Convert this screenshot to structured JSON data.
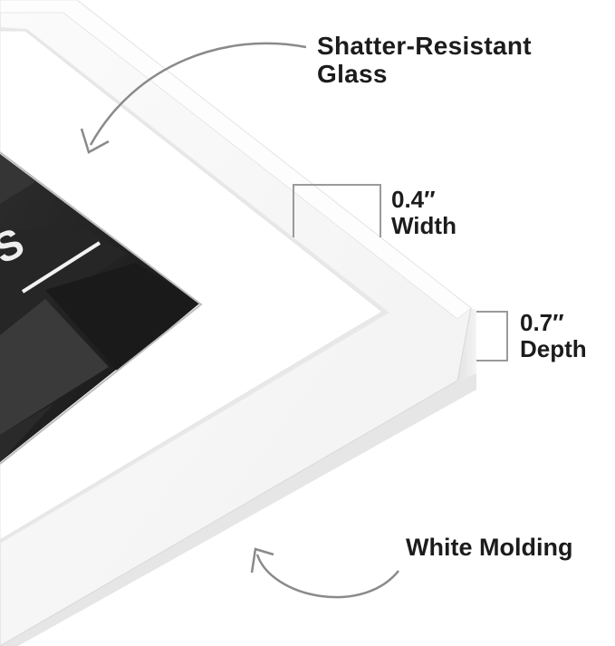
{
  "labels": {
    "glass": {
      "line1": "Shatter-Resistant",
      "line2": "Glass"
    },
    "width": {
      "value": "0.4″",
      "word": "Width"
    },
    "depth": {
      "value": "0.7″",
      "word": "Depth"
    },
    "molding": "White Molding"
  },
  "photo_text": "S",
  "colors": {
    "background": "#ffffff",
    "frame": "#f7f7f7",
    "frame_shadow": "#d4d4d4",
    "mat": "#ffffff",
    "photo_dark": "#1e1e1e",
    "photo_mid": "#4a4a4a",
    "callout_line": "#8a8a8a",
    "text": "#1c1c1c"
  }
}
